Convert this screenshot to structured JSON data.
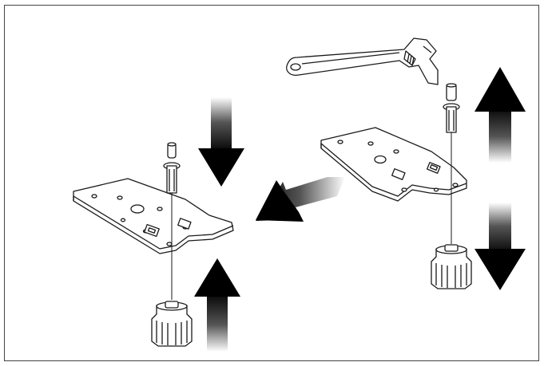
{
  "figure": {
    "frame_color": "#444444",
    "line_color": "#1a1a1a",
    "fill_color": "#ffffff",
    "arrow_color": "#111111",
    "icons": [
      "wrench-icon",
      "arrow-up-icon",
      "arrow-down-icon",
      "arrow-left-icon"
    ]
  },
  "steps": [
    {
      "part": "mounting-plate",
      "motion": [
        "lower-bolt-up",
        "upper-bolt-down"
      ]
    },
    {
      "part": "mounting-plate",
      "motion": [
        "bolt-removed-up",
        "nut-removed-down"
      ],
      "tool": "wrench-icon"
    }
  ]
}
